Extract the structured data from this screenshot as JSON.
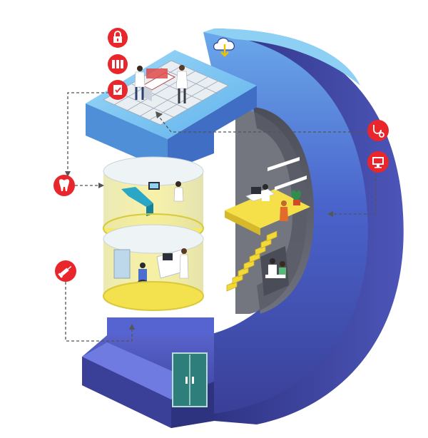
{
  "colors": {
    "background": "#ffffff",
    "badge_red": "#e8262b",
    "structure_dark": "#3b3f96",
    "structure_mid": "#4f6ad0",
    "structure_light": "#7fc4f0",
    "glass_yellow": "#f6e857",
    "door_green": "#2e7f7c",
    "connector_gray": "#555555"
  },
  "badges": [
    {
      "id": "security",
      "icon": "lock-icon"
    },
    {
      "id": "records",
      "icon": "binders-icon"
    },
    {
      "id": "checklist",
      "icon": "clipboard-check-icon"
    },
    {
      "id": "dental",
      "icon": "tooth-icon"
    },
    {
      "id": "pharmacy",
      "icon": "syringe-icon"
    },
    {
      "id": "cardiology",
      "icon": "stethoscope-icon"
    },
    {
      "id": "telemedicine",
      "icon": "monitor-icon"
    }
  ],
  "top_icon": "cloud-download-icon",
  "scenes": {
    "lab": "laboratory-roof",
    "dental": "dental-clinic-floor",
    "reception": "reception-floor",
    "office": "office-mezzanine",
    "lounge": "lounge-under-stairs",
    "entrance": "entrance-door"
  }
}
